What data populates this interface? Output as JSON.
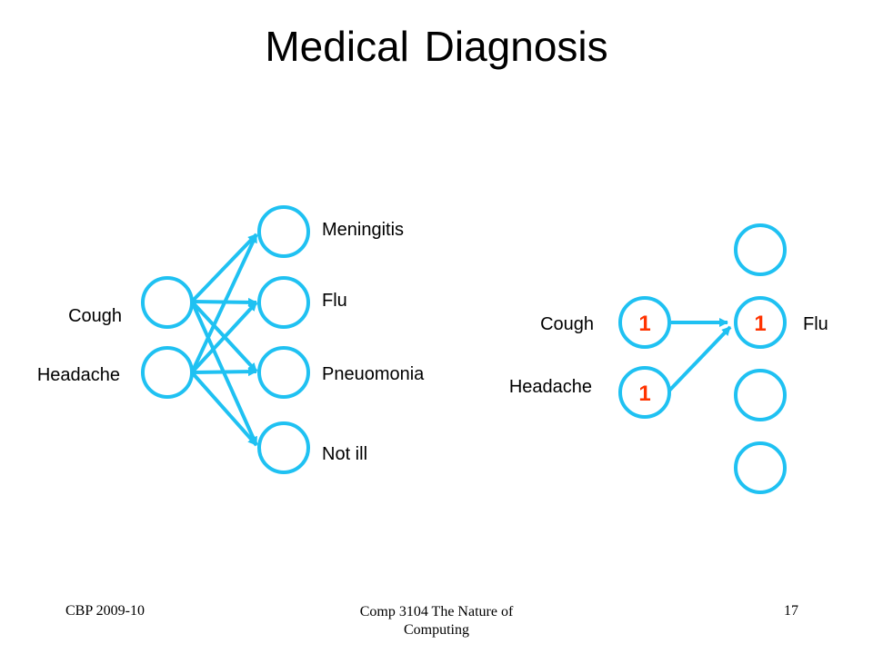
{
  "title": "Medical Diagnosis",
  "colors": {
    "node_stroke": "#1fc1f2",
    "value_text": "#ff3300"
  },
  "left_network": {
    "inputs": [
      "Cough",
      "Headache"
    ],
    "outputs": [
      "Meningitis",
      "Flu",
      "Pneuomonia",
      "Not ill"
    ]
  },
  "right_network": {
    "inputs": [
      {
        "label": "Cough",
        "value": "1"
      },
      {
        "label": "Headache",
        "value": "1"
      }
    ],
    "outputs": [
      {
        "label": "",
        "value": ""
      },
      {
        "label": "Flu",
        "value": "1"
      },
      {
        "label": "",
        "value": ""
      },
      {
        "label": "",
        "value": ""
      }
    ]
  },
  "footer": {
    "left": "CBP 2009-10",
    "center_line1": "Comp 3104 The Nature of",
    "center_line2": "Computing",
    "right": "17"
  }
}
